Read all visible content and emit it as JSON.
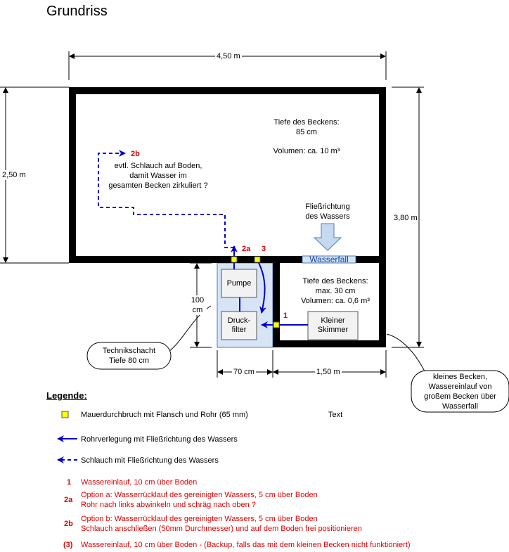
{
  "title": "Grundriss",
  "dimensions": {
    "width_total": "4,50 m",
    "height_left": "2,50 m",
    "height_right": "3,80 m",
    "schacht_height": "100\ncm",
    "schacht_width": "70 cm",
    "small_width": "1,50 m"
  },
  "pool": {
    "depth": "Tiefe des Beckens:\n85 cm",
    "volume": "Volumen: ca. 10 m³",
    "flow": "Fließrichtung\ndes Wassers",
    "waterfall": "Wasserfall",
    "hose_note": "evtl. Schlauch auf Boden,\ndamit Wasser im\ngesamten Becken zirkuliert ?"
  },
  "small_pool": {
    "depth": "Tiefe des Beckens:\nmax. 30 cm",
    "volume": "Volumen: ca. 0,6 m³"
  },
  "equipment": {
    "pump": "Pumpe",
    "filter": "Druck-\nfilter",
    "skimmer": "Kleiner\nSkimmer"
  },
  "markers": {
    "m1": "1",
    "m2a": "2a",
    "m2b": "2b",
    "m3": "3"
  },
  "callouts": {
    "technik": "Technikschacht\nTiefe 80 cm",
    "small_basin": "kleines Becken,\nWassereinlauf von\ngroßem Becken über\nWasserfall"
  },
  "legend": {
    "title": "Legende:",
    "item_opening": "Mauerdurchbruch mit Flansch und Rohr (65 mm)",
    "text_label": "Text",
    "item_pipe": "Rohrverlegung mit Fließrichtung des Wassers",
    "item_hose": "Schlauch mit Fließrichtung des Wassers",
    "notes": [
      {
        "key": "1",
        "text": "Wassereinlauf, 10 cm über Boden"
      },
      {
        "key": "2a",
        "text": "Option a: Wasserrücklauf des gereinigten Wassers, 5 cm über Boden\nRohr nach links abwinkeln und schräg nach oben ?"
      },
      {
        "key": "2b",
        "text": "Option b: Wasserrücklauf des gereinigten Wassers, 5 cm über Boden\nSchlauch anschließen (50mm Durchmesser) und auf dem Boden frei positionieren"
      },
      {
        "key": "(3)",
        "text": "Wassereinlauf, 10 cm über Boden - (Backup, falls das mit dem kleinen Becken nicht funktioniert)"
      }
    ]
  },
  "colors": {
    "wall": "#000000",
    "pipe": "#0000cc",
    "opening": "#ffff00",
    "schacht_fill": "#d6e4f5",
    "schacht_stroke": "#4a7ebb",
    "note_red": "#e00000"
  }
}
